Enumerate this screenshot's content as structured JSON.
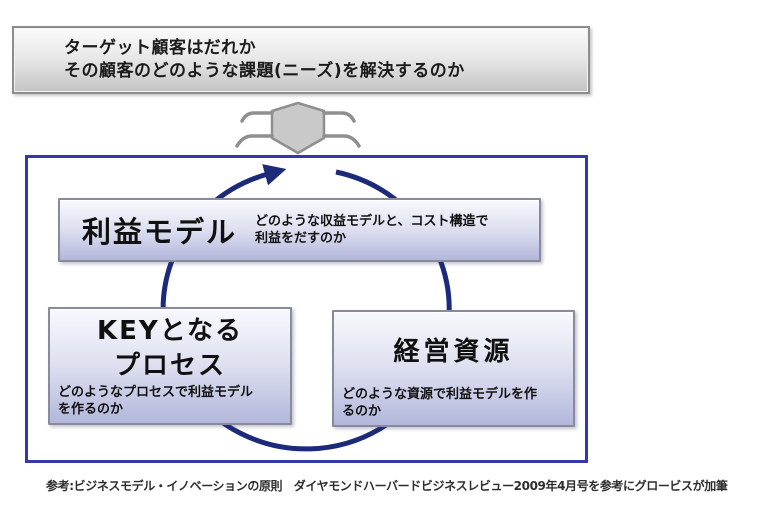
{
  "top_box": {
    "line1": "ターゲット顧客はだれか",
    "line2": "その顧客のどのような課題(ニーズ)を解決するのか"
  },
  "diagram": {
    "profit_model": {
      "title": "利益モデル",
      "desc": [
        "どのような収益モデルと、コスト構造で",
        "利益をだすのか"
      ]
    },
    "key_process": {
      "title": [
        "KEYとなる",
        "プロセス"
      ],
      "desc": [
        "どのようなプロセスで利益モデル",
        "を作るのか"
      ]
    },
    "resources": {
      "title": "経営資源",
      "desc": [
        "どのような資源で利益モデルを作",
        "るのか"
      ]
    }
  },
  "caption": "参考:ビジネスモデル・イノベーションの原則　ダイヤモンドハーバードビジネスレビュー2009年4月号を参考にグロービスが加筆",
  "icons": {
    "down_arrow": "block-down-arrow",
    "cycle_arrow": "clockwise-cycle-arrow"
  },
  "colors": {
    "frame_border": "#3538ad",
    "cycle_arrow": "#1c2a7a",
    "panel_border": "#8a8a9d",
    "panel_gradient_top": "#f8f9fd",
    "panel_gradient_bottom": "#b2b7db",
    "gray_box_border": "#8d8d8d",
    "gray_box_gradient_top": "#fbfbfb",
    "gray_box_gradient_bottom": "#c3c3c3",
    "text": "#101010"
  }
}
